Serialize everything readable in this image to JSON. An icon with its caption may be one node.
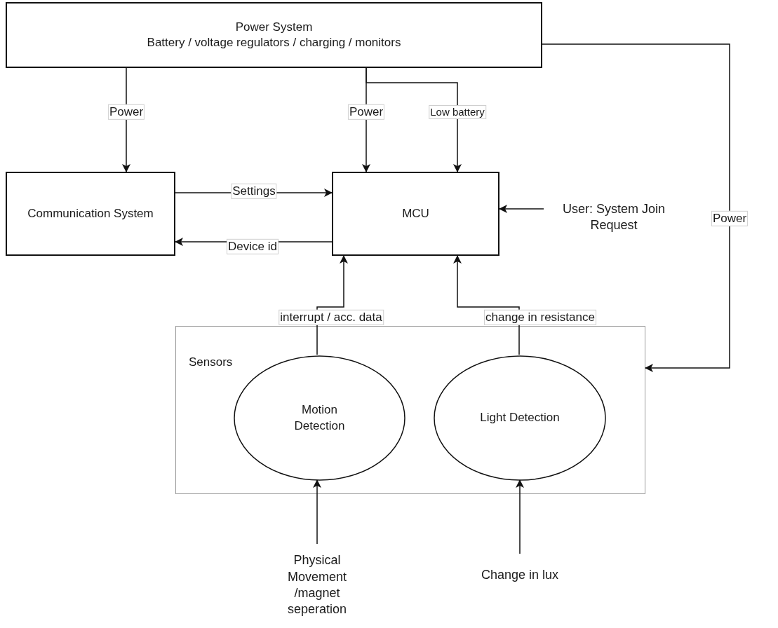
{
  "diagram": {
    "nodes": [
      {
        "text": [
          "Power System",
          "Battery / voltage regulators / charging / monitors"
        ]
      },
      {
        "text": [
          "Communication System"
        ]
      },
      {
        "text": [
          "MCU"
        ]
      },
      {
        "text": [
          "User: System Join Request"
        ]
      },
      {
        "text": [
          "Sensors"
        ]
      },
      {
        "text": [
          "Motion Detection"
        ],
        "in": 4
      },
      {
        "text": [
          "Light Detection"
        ],
        "in": 4
      },
      {
        "text": [
          "Physical Movement /magnet seperation"
        ]
      },
      {
        "text": [
          "Change in lux"
        ]
      }
    ],
    "edges": [
      {
        "from": 0,
        "to": 1,
        "arrow": "to",
        "label": "Power"
      },
      {
        "from": 0,
        "to": 2,
        "arrow": "to",
        "label": "Power"
      },
      {
        "from": 0,
        "to": 2,
        "arrow": "to",
        "label": "Low battery"
      },
      {
        "from": 0,
        "to": 4,
        "arrow": "to",
        "label": "Power"
      },
      {
        "from": 1,
        "to": 2,
        "arrow": "to",
        "label": "Settings"
      },
      {
        "from": 2,
        "to": 1,
        "arrow": "to",
        "label": "Device id"
      },
      {
        "from": 3,
        "to": 2,
        "arrow": "to"
      },
      {
        "from": 5,
        "to": 2,
        "arrow": "to",
        "label": "interrupt / acc. data"
      },
      {
        "from": 6,
        "to": 2,
        "arrow": "to",
        "label": "change in resistance"
      },
      {
        "from": 7,
        "to": 5,
        "arrow": "to"
      },
      {
        "from": 8,
        "to": 6,
        "arrow": "to"
      }
    ]
  }
}
